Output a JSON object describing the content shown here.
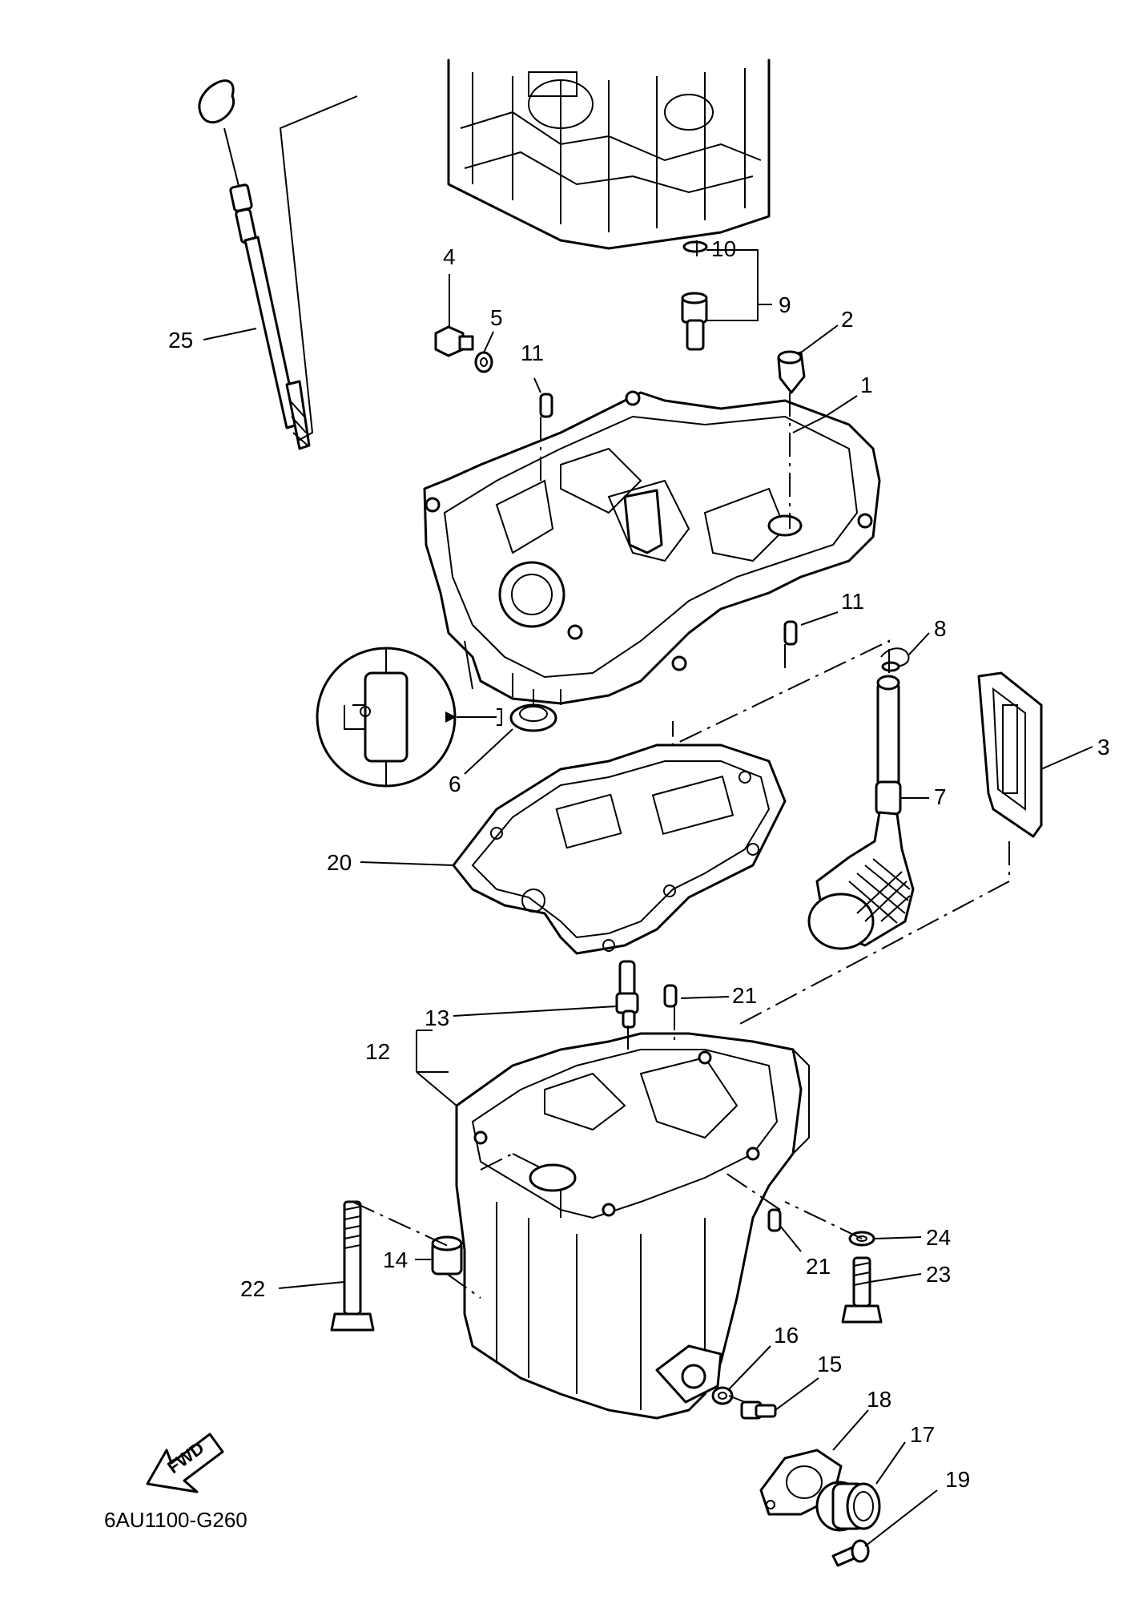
{
  "callouts": {
    "c1": "1",
    "c2": "2",
    "c3": "3",
    "c4": "4",
    "c5": "5",
    "c6": "6",
    "c7": "7",
    "c8": "8",
    "c9": "9",
    "c10": "10",
    "c11a": "11",
    "c11b": "11",
    "c12": "12",
    "c13": "13",
    "c14": "14",
    "c15": "15",
    "c16": "16",
    "c17": "17",
    "c18": "18",
    "c19": "19",
    "c20": "20",
    "c21a": "21",
    "c21b": "21",
    "c22": "22",
    "c23": "23",
    "c24": "24",
    "c25": "25"
  },
  "fwd_badge": "FWD",
  "diagram_code": "6AU1100-G260"
}
